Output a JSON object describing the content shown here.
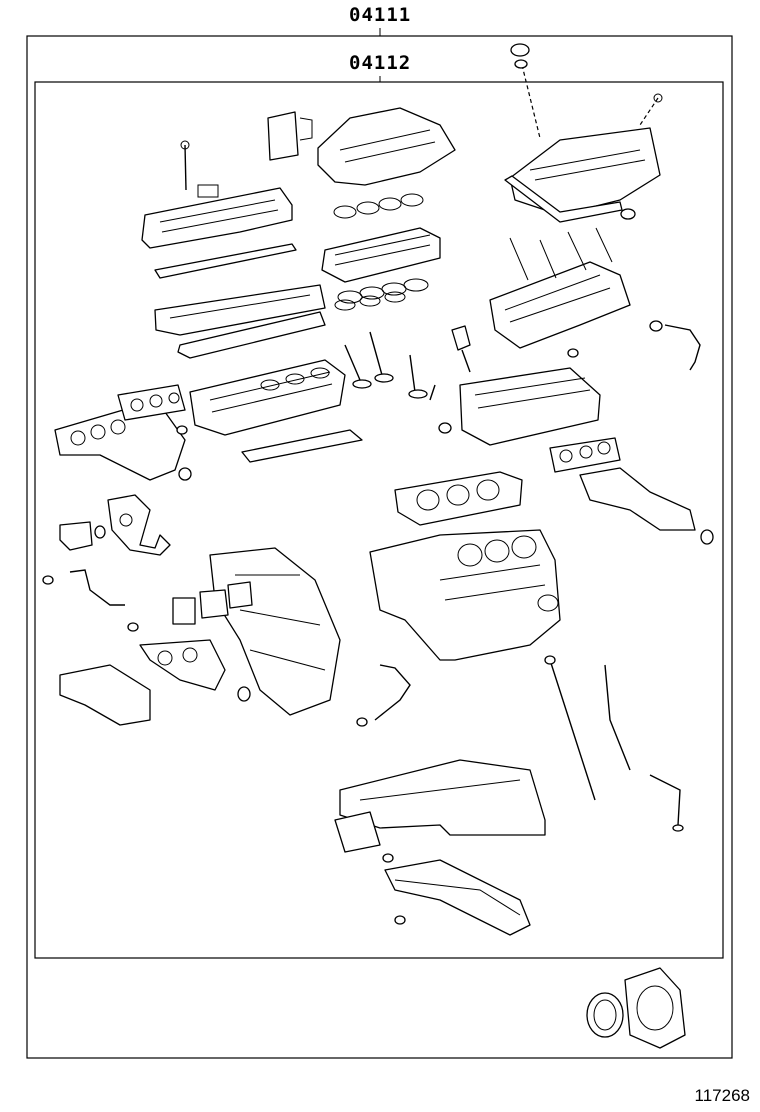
{
  "diagram": {
    "kit_outer_label": "04111",
    "kit_inner_label": "04112",
    "figure_number": "117268"
  }
}
